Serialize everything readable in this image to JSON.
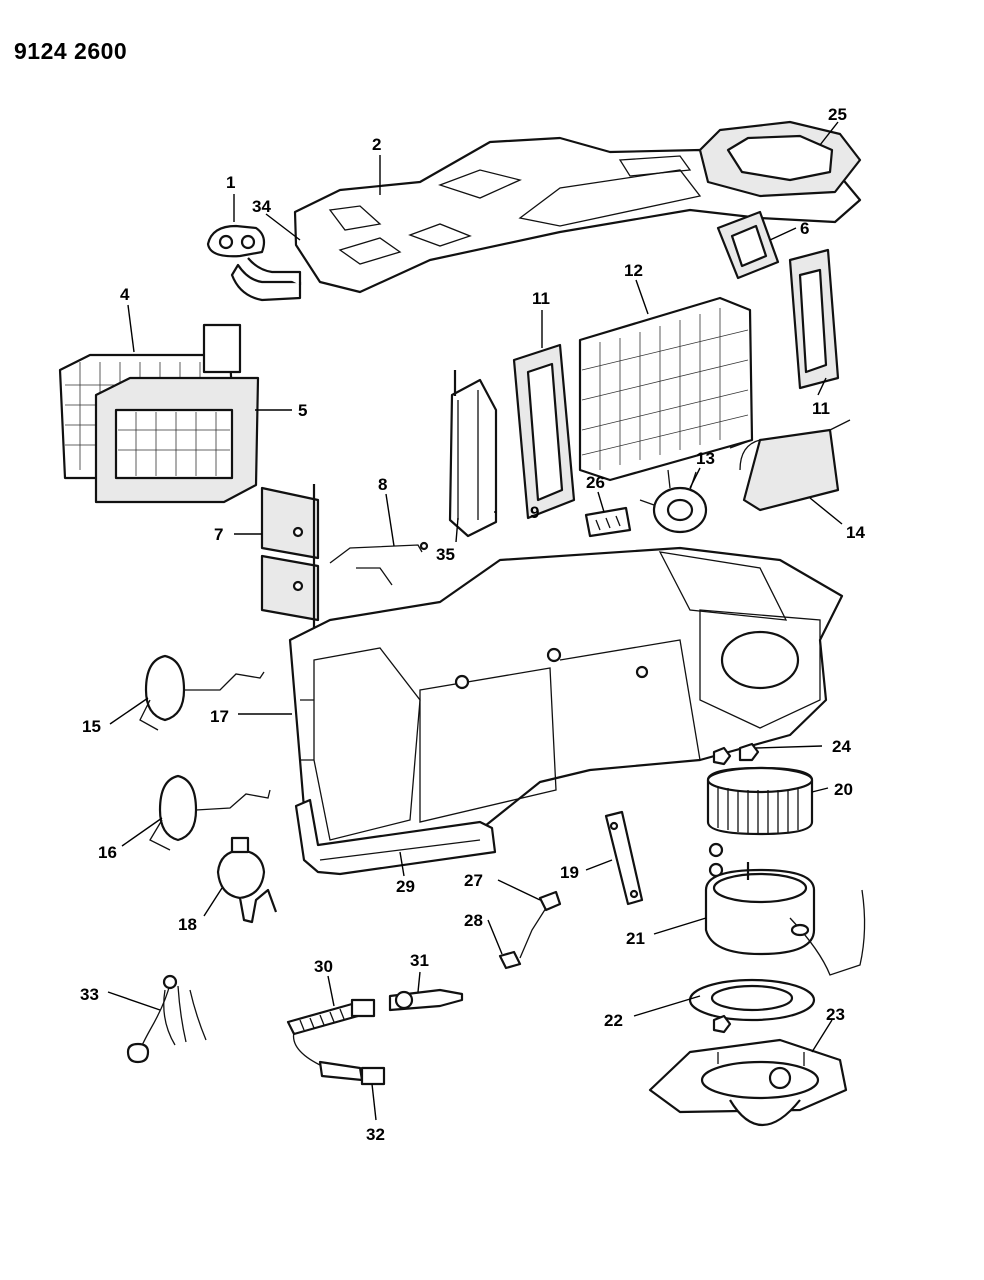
{
  "document": {
    "id": "9124 2600"
  },
  "callouts": [
    {
      "id": "1",
      "label": "1"
    },
    {
      "id": "2",
      "label": "2"
    },
    {
      "id": "4",
      "label": "4"
    },
    {
      "id": "5",
      "label": "5"
    },
    {
      "id": "6",
      "label": "6"
    },
    {
      "id": "7",
      "label": "7"
    },
    {
      "id": "8",
      "label": "8"
    },
    {
      "id": "9",
      "label": "9"
    },
    {
      "id": "11a",
      "label": "11"
    },
    {
      "id": "11b",
      "label": "11"
    },
    {
      "id": "12",
      "label": "12"
    },
    {
      "id": "13",
      "label": "13"
    },
    {
      "id": "14",
      "label": "14"
    },
    {
      "id": "15",
      "label": "15"
    },
    {
      "id": "16",
      "label": "16"
    },
    {
      "id": "17",
      "label": "17"
    },
    {
      "id": "18",
      "label": "18"
    },
    {
      "id": "19",
      "label": "19"
    },
    {
      "id": "20",
      "label": "20"
    },
    {
      "id": "21",
      "label": "21"
    },
    {
      "id": "22",
      "label": "22"
    },
    {
      "id": "23",
      "label": "23"
    },
    {
      "id": "24",
      "label": "24"
    },
    {
      "id": "25",
      "label": "25"
    },
    {
      "id": "26",
      "label": "26"
    },
    {
      "id": "27",
      "label": "27"
    },
    {
      "id": "28",
      "label": "28"
    },
    {
      "id": "29",
      "label": "29"
    },
    {
      "id": "30",
      "label": "30"
    },
    {
      "id": "31",
      "label": "31"
    },
    {
      "id": "32",
      "label": "32"
    },
    {
      "id": "33",
      "label": "33"
    },
    {
      "id": "34",
      "label": "34"
    },
    {
      "id": "35",
      "label": "35"
    }
  ]
}
